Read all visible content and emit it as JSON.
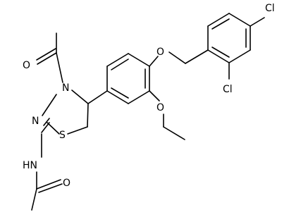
{
  "structure": {
    "atom_labels": {
      "O_acetyl_top": "O",
      "N4": "N",
      "N3": "N",
      "S1": "S",
      "NH": "HN",
      "O_amide": "O",
      "O_ether_benzyl": "O",
      "O_ethoxy": "O",
      "Cl_para": "Cl",
      "Cl_ortho": "Cl"
    }
  }
}
